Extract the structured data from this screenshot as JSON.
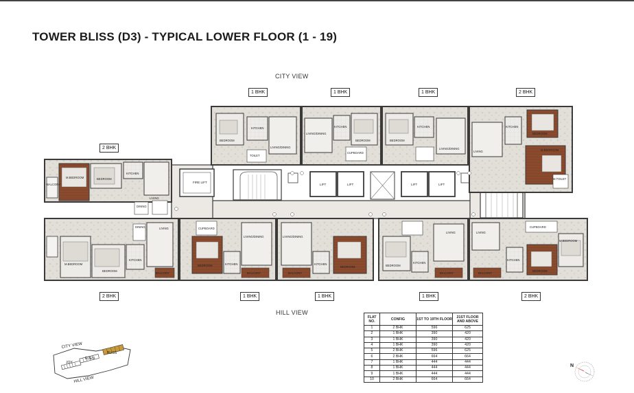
{
  "title": "TOWER BLISS (D3) - TYPICAL LOWER FLOOR (1 - 19)",
  "views": {
    "top": "CITY VIEW",
    "bottom": "HILL VIEW"
  },
  "unit_tags": {
    "top_left": "2 BHK",
    "top": [
      "1 BHK",
      "1 BHK",
      "1 BHK",
      "2 BHK"
    ],
    "bottom_left": "2 BHK",
    "bottom": [
      "1 BHK",
      "1 BHK",
      "1 BHK",
      "2 BHK"
    ]
  },
  "core_labels": {
    "lift": "LIFT",
    "fire_lift": "FIRE LIFT"
  },
  "rooms": {
    "bedroom": "BEDROOM",
    "m_bedroom": "M.BEDROOM",
    "kitchen": "KITCHEN",
    "living_dining": "LIVING/DINING",
    "living": "LIVING",
    "dining": "DINING",
    "toilet": "TOILET",
    "balcony": "BALCONY",
    "utility": "UTILITY",
    "cupboard": "CUPBOARD",
    "mtoilet": "M.TOILET",
    "wir": "W.I.R"
  },
  "area_table": {
    "headers": [
      "FLAT NO.",
      "CONFIG",
      "1ST TO 19TH FLOOR",
      "21ST FLOOR AND ABOVE"
    ],
    "rows": [
      [
        "1",
        "2 BHK",
        "596",
        "625"
      ],
      [
        "2",
        "1 BHK",
        "390",
        "420"
      ],
      [
        "3",
        "1 BHK",
        "390",
        "420"
      ],
      [
        "4",
        "1 BHK",
        "390",
        "420"
      ],
      [
        "5",
        "2 BHK",
        "596",
        "625"
      ],
      [
        "6",
        "2 BHK",
        "664",
        "664"
      ],
      [
        "7",
        "1 BHK",
        "444",
        "444"
      ],
      [
        "8",
        "1 BHK",
        "444",
        "444"
      ],
      [
        "9",
        "1 BHK",
        "444",
        "444"
      ],
      [
        "10",
        "2 BHK",
        "664",
        "664"
      ]
    ]
  },
  "key_plan": {
    "city_view": "CITY VIEW",
    "hill_view": "HILL VIEW",
    "towers": [
      "JOY",
      "EDEN",
      "BLISS"
    ]
  },
  "compass": {
    "north": "N"
  },
  "colors": {
    "wall": "#3a3a3a",
    "floor_wood": "#8a4a2e",
    "corridor": "#ece9e4",
    "highlight": "#c89a3c",
    "compass_red": "#d2332b"
  }
}
